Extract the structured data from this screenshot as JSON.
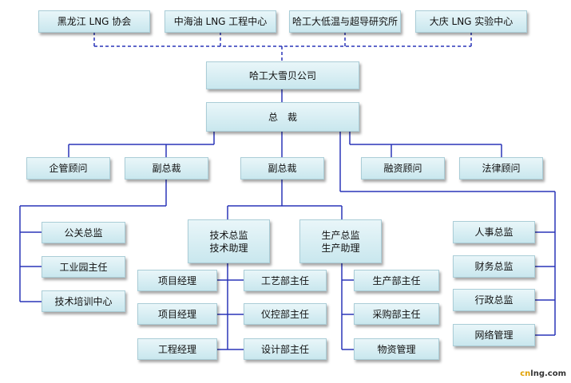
{
  "partners": [
    "黑龙江 LNG 协会",
    "中海油 LNG 工程中心",
    "哈工大低温与超导研究所",
    "大庆 LNG 实验中心"
  ],
  "company": "哈工大雪贝公司",
  "president": "总　裁",
  "advisors": {
    "enterprise": "企管顾问",
    "finance": "融资顾问",
    "legal": "法律顾问"
  },
  "vp_left": "副总裁",
  "vp_center": "副总裁",
  "left_column": [
    "公关总监",
    "工业园主任",
    "技术培训中心"
  ],
  "tech_director": {
    "line1": "技术总监",
    "line2": "技术助理"
  },
  "prod_director": {
    "line1": "生产总监",
    "line2": "生产助理"
  },
  "project_column": [
    "项目经理",
    "项目经理",
    "工程经理"
  ],
  "dept_column": [
    "工艺部主任",
    "仪控部主任",
    "设计部主任"
  ],
  "prod_column": [
    "生产部主任",
    "采购部主任",
    "物资管理"
  ],
  "right_column": [
    "人事总监",
    "财务总监",
    "行政总监",
    "网络管理"
  ],
  "watermark": {
    "accent": "cn",
    "rest": "lng.com"
  },
  "colors": {
    "line": "#2a35b8",
    "box_top": "#e9f6f9",
    "box_bottom": "#c9e7ee"
  }
}
